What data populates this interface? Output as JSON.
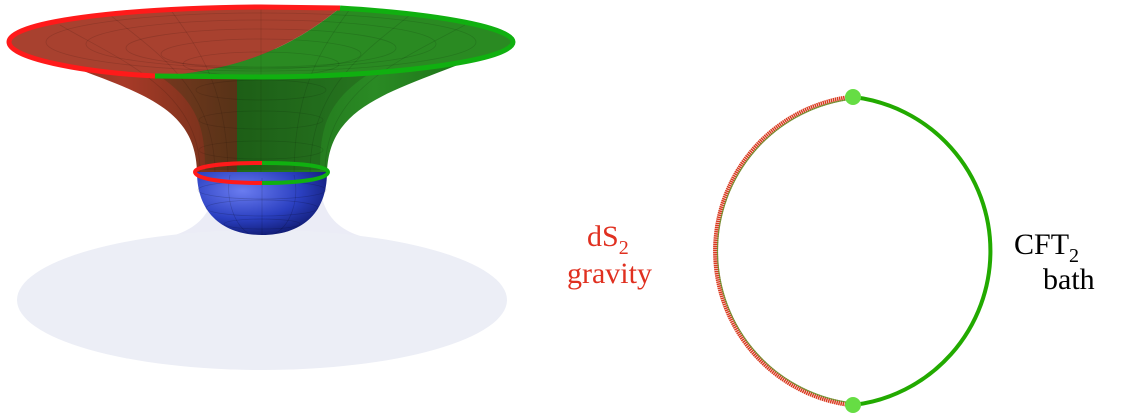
{
  "left_panel": {
    "colors": {
      "red_region": "#b03a2e",
      "green_region": "#1f8a1f",
      "sphere": "#2a3fc0",
      "shadow": "#dfe1f0",
      "red_edge": "#ff1a1a",
      "green_edge": "#10b010"
    }
  },
  "right_panel": {
    "left_label": {
      "main": "dS",
      "subscript": "2",
      "line2": "gravity",
      "color": "#e03020"
    },
    "right_label": {
      "main": "CFT",
      "subscript": "2",
      "line2": "bath",
      "color": "#000000"
    },
    "circle_colors": {
      "red_arc": "#d93a20",
      "green_arc": "#22aa00",
      "endpoints": "#66dd44"
    }
  }
}
